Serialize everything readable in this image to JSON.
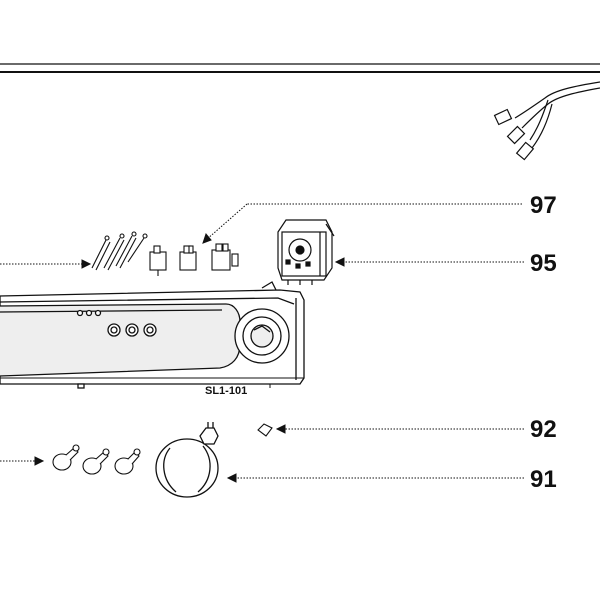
{
  "diagram": {
    "model_label": "SL1-101",
    "callouts": [
      {
        "id": "97",
        "label": "97"
      },
      {
        "id": "95",
        "label": "95"
      },
      {
        "id": "92",
        "label": "92"
      },
      {
        "id": "91",
        "label": "91"
      }
    ]
  },
  "colors": {
    "line": "#111111",
    "panel_fill": "#eeeeee",
    "background": "#ffffff"
  }
}
